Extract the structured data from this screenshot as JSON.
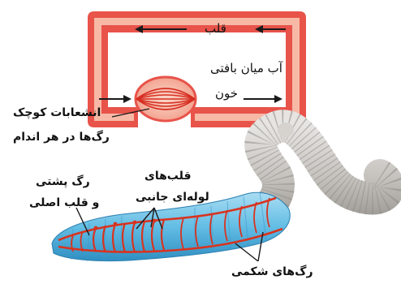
{
  "labels": {
    "heart": "قلب",
    "interstitial_fluid": "آب میان بافتی",
    "blood": "خون",
    "small_branches": "انشعابات کوچک",
    "vessels_in_organs": "رگ‌ها در هر اندام",
    "lateral_tube_hearts_line1": "قلب‌های",
    "lateral_tube_hearts_line2": "لوله‌ای جانبی",
    "dorsal_vessel_line1": "رگ پشتی",
    "dorsal_vessel_line2": "و قلب اصلی",
    "ventral_vessels": "رگ‌های شکمی"
  },
  "colors": {
    "vessel_outer": "#e8534a",
    "vessel_inner": "#f8c9b8",
    "arrow": "#1a1a1a",
    "worm_gray": "#c9c6c2",
    "worm_blue": "#6ec1e4",
    "blood_vessel_red": "#d8331f"
  }
}
